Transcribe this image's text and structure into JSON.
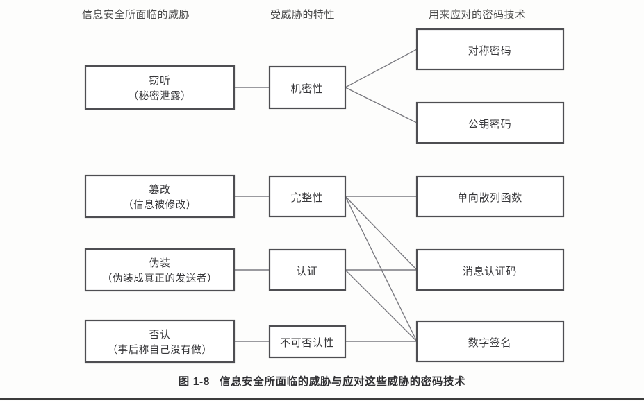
{
  "headers": {
    "threats": "信息安全所面临的威胁",
    "properties": "受威胁的特性",
    "technologies": "用来应对的密码技术"
  },
  "caption": {
    "number": "图 1-8",
    "text": "信息安全所面临的威胁与应对这些威胁的密码技术"
  },
  "colors": {
    "box_border": "#4e4e52",
    "line": "#7a7a80",
    "text": "#37373a",
    "background": "#fdfdfc"
  },
  "threats": [
    {
      "title": "窃听",
      "subtitle": "（秘密泄露）"
    },
    {
      "title": "篡改",
      "subtitle": "（信息被修改）"
    },
    {
      "title": "伪装",
      "subtitle": "（伪装成真正的发送者）"
    },
    {
      "title": "否认",
      "subtitle": "（事后称自己没有做）"
    }
  ],
  "properties": [
    {
      "label": "机密性"
    },
    {
      "label": "完整性"
    },
    {
      "label": "认证"
    },
    {
      "label": "不可否认性"
    }
  ],
  "technologies": [
    {
      "label": "对称密码"
    },
    {
      "label": "公钥密码"
    },
    {
      "label": "单向散列函数"
    },
    {
      "label": "消息认证码"
    },
    {
      "label": "数字签名"
    }
  ],
  "links": [
    {
      "from": "窃听",
      "to": "机密性"
    },
    {
      "from": "篡改",
      "to": "完整性"
    },
    {
      "from": "伪装",
      "to": "认证"
    },
    {
      "from": "否认",
      "to": "不可否认性"
    },
    {
      "from": "机密性",
      "to": "对称密码"
    },
    {
      "from": "机密性",
      "to": "公钥密码"
    },
    {
      "from": "完整性",
      "to": "单向散列函数"
    },
    {
      "from": "完整性",
      "to": "消息认证码"
    },
    {
      "from": "完整性",
      "to": "数字签名"
    },
    {
      "from": "认证",
      "to": "消息认证码"
    },
    {
      "from": "认证",
      "to": "数字签名"
    },
    {
      "from": "不可否认性",
      "to": "数字签名"
    }
  ]
}
